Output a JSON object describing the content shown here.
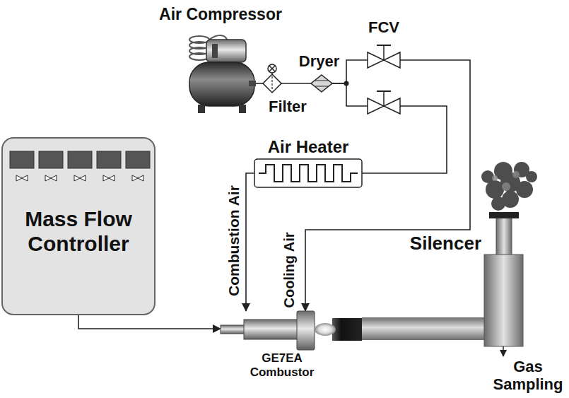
{
  "diagram": {
    "nodes": [
      {
        "text": [
          "Air Compressor"
        ]
      },
      {
        "text": [
          "Filter"
        ]
      },
      {
        "text": [
          "Dryer"
        ]
      },
      {
        "text": [
          "FCV"
        ]
      },
      {
        "text": [
          "Air Heater"
        ]
      },
      {
        "text": [
          "Mass Flow Controller"
        ]
      },
      {
        "text": [
          "GE7EA Combustor"
        ]
      },
      {
        "text": [
          "Silencer"
        ]
      }
    ],
    "edges": [
      {
        "from": 0,
        "to": 1,
        "arrow": "none"
      },
      {
        "from": 1,
        "to": 2,
        "arrow": "none"
      },
      {
        "from": 2,
        "to": 3,
        "arrow": "none"
      },
      {
        "from": 2,
        "to": 4,
        "arrow": "none"
      },
      {
        "from": 3,
        "to": 6,
        "label": "Cooling Air",
        "arrow": "to"
      },
      {
        "from": 4,
        "to": 6,
        "label": "Combustion Air",
        "arrow": "to"
      },
      {
        "from": 5,
        "to": 6,
        "arrow": "to"
      },
      {
        "from": 6,
        "to": 7,
        "arrow": "none"
      }
    ],
    "labels": [
      "Gas Sampling"
    ]
  }
}
